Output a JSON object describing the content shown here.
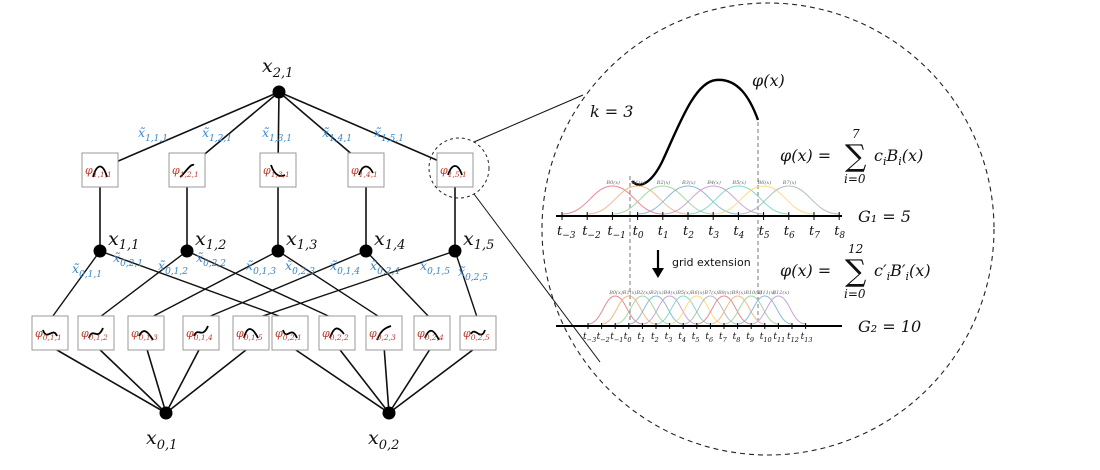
{
  "network": {
    "output_node": "x2,1",
    "output_label": {
      "base": "x",
      "sub": "2,1"
    },
    "hidden_nodes": [
      {
        "base": "x",
        "sub": "1,1"
      },
      {
        "base": "x",
        "sub": "1,2"
      },
      {
        "base": "x",
        "sub": "1,3"
      },
      {
        "base": "x",
        "sub": "1,4"
      },
      {
        "base": "x",
        "sub": "1,5"
      }
    ],
    "input_nodes": [
      {
        "base": "x",
        "sub": "0,1"
      },
      {
        "base": "x",
        "sub": "0,2"
      }
    ],
    "layer1_edge_labels": [
      {
        "base": "x̃",
        "sub": "1,1,1"
      },
      {
        "base": "x̃",
        "sub": "1,2,1"
      },
      {
        "base": "x̃",
        "sub": "1,3,1"
      },
      {
        "base": "x̃",
        "sub": "1,4,1"
      },
      {
        "base": "x̃",
        "sub": "1,5,1"
      }
    ],
    "layer1_phi": [
      {
        "base": "φ",
        "sub": "1,1,1"
      },
      {
        "base": "φ",
        "sub": "1,2,1"
      },
      {
        "base": "φ",
        "sub": "1,3,1"
      },
      {
        "base": "φ",
        "sub": "1,4,1"
      },
      {
        "base": "φ",
        "sub": "1,5,1"
      }
    ],
    "layer0_edge_labels": [
      {
        "base": "x̃",
        "sub": "0,1,1"
      },
      {
        "base": "x̃",
        "sub": "0,2,1"
      },
      {
        "base": "x̃",
        "sub": "0,1,2"
      },
      {
        "base": "x̃",
        "sub": "0,2,2"
      },
      {
        "base": "x̃",
        "sub": "0,1,3"
      },
      {
        "base": "x̃",
        "sub": "0,2,3"
      },
      {
        "base": "x̃",
        "sub": "0,1,4"
      },
      {
        "base": "x̃",
        "sub": "0,2,4"
      },
      {
        "base": "x̃",
        "sub": "0,1,5"
      },
      {
        "base": "x̃",
        "sub": "0,2,5"
      }
    ],
    "layer0_phi": [
      {
        "base": "φ",
        "sub": "0,1,1"
      },
      {
        "base": "φ",
        "sub": "0,1,2"
      },
      {
        "base": "φ",
        "sub": "0,1,3"
      },
      {
        "base": "φ",
        "sub": "0,1,4"
      },
      {
        "base": "φ",
        "sub": "0,1,5"
      },
      {
        "base": "φ",
        "sub": "0,2,1"
      },
      {
        "base": "φ",
        "sub": "0,2,2"
      },
      {
        "base": "φ",
        "sub": "0,2,3"
      },
      {
        "base": "φ",
        "sub": "0,2,4"
      },
      {
        "base": "φ",
        "sub": "0,2,5"
      }
    ]
  },
  "zoom": {
    "phi_title": "φ(x)",
    "k_label": "k = 3",
    "formula1": {
      "lhs": "φ(x) =",
      "sum_top": "7",
      "sum_bottom": "i=0",
      "term": "c",
      "term_sub": "i",
      "term_rest": "B",
      "term_rest_sub": "i",
      "term_end": "(x)"
    },
    "formula2": {
      "lhs": "φ(x) =",
      "sum_top": "12",
      "sum_bottom": "i=0",
      "term": "c′",
      "term_sub": "i",
      "term_rest": "B′",
      "term_rest_sub": "i",
      "term_end": "(x)"
    },
    "grid1_label": "G₁ = 5",
    "grid2_label": "G₂ = 10",
    "grid_extension": "grid extension",
    "grid1_ticks": [
      "t−3",
      "t−2",
      "t−1",
      "t0",
      "t1",
      "t2",
      "t3",
      "t4",
      "t5",
      "t6",
      "t7",
      "t8"
    ],
    "grid2_ticks": [
      "t−3",
      "t−2",
      "t−1",
      "t0",
      "t1",
      "t2",
      "t3",
      "t4",
      "t5",
      "t6",
      "t7",
      "t8",
      "t9",
      "t10",
      "t11",
      "t12",
      "t13"
    ],
    "grid1_basis": [
      "B0(x)",
      "B1(x)",
      "B2(x)",
      "B3(x)",
      "B4(x)",
      "B5(x)",
      "B6(x)",
      "B7(x)"
    ],
    "basis_colors": [
      "#e67c8a",
      "#f0b27a",
      "#9bd39b",
      "#7fb3d5",
      "#c39bd3",
      "#76d7c4",
      "#f7dc6f",
      "#aab7b8"
    ]
  }
}
